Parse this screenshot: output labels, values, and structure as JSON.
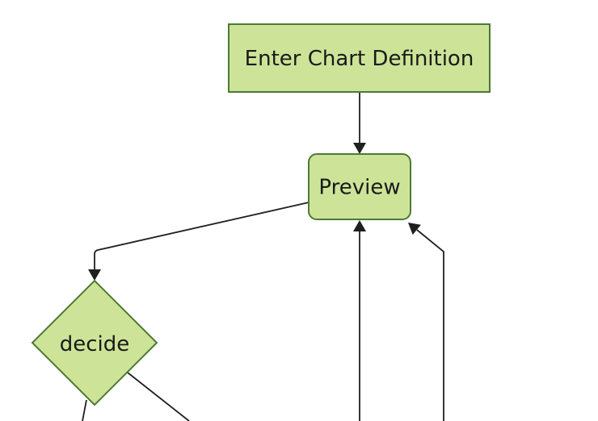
{
  "diagram": {
    "type": "flowchart",
    "direction": "top-down",
    "nodes": [
      {
        "id": "enter-chart-definition",
        "label": "Enter Chart Definition",
        "shape": "rectangle"
      },
      {
        "id": "preview",
        "label": "Preview",
        "shape": "rounded-rectangle"
      },
      {
        "id": "decide",
        "label": "decide",
        "shape": "diamond"
      }
    ],
    "edges": [
      {
        "from": "enter-chart-definition",
        "to": "preview",
        "arrow": true
      },
      {
        "from": "preview",
        "to": "decide",
        "arrow": true
      },
      {
        "from": "offscreen-bottom-center",
        "to": "preview",
        "arrow": true
      },
      {
        "from": "offscreen-bottom-right",
        "to": "preview",
        "arrow": true
      },
      {
        "from": "decide",
        "to": "offscreen-bottom-left",
        "arrow": false
      },
      {
        "from": "decide",
        "to": "offscreen-bottom-right",
        "arrow": false
      }
    ]
  },
  "theme": {
    "background": "#ffffff",
    "node_fill": "#cde498",
    "node_stroke": "#4c7a34",
    "edge_color": "#1f1f1f",
    "text_color": "#1a1a1a"
  }
}
